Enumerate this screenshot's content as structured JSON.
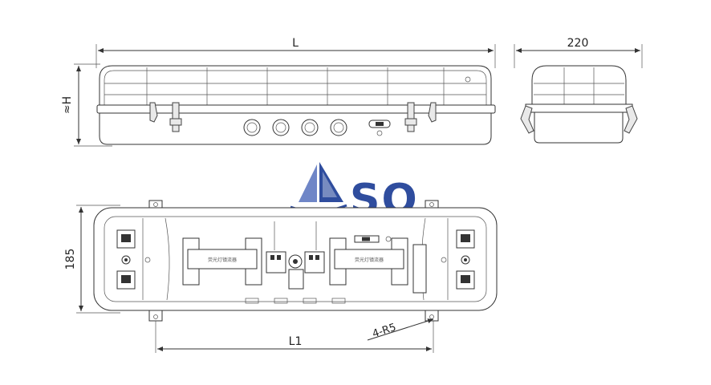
{
  "dimensions": {
    "length": "L",
    "width": "220",
    "height": "≈H",
    "depth": "185",
    "mount_length": "L1",
    "corner_radius": "4-R5"
  },
  "ballast_label": "荧光灯镇流器",
  "logo": {
    "text": "SQ",
    "colors": {
      "primary": "#2f4d9e",
      "dark": "#1e3578",
      "light": "#6f86c7"
    }
  }
}
